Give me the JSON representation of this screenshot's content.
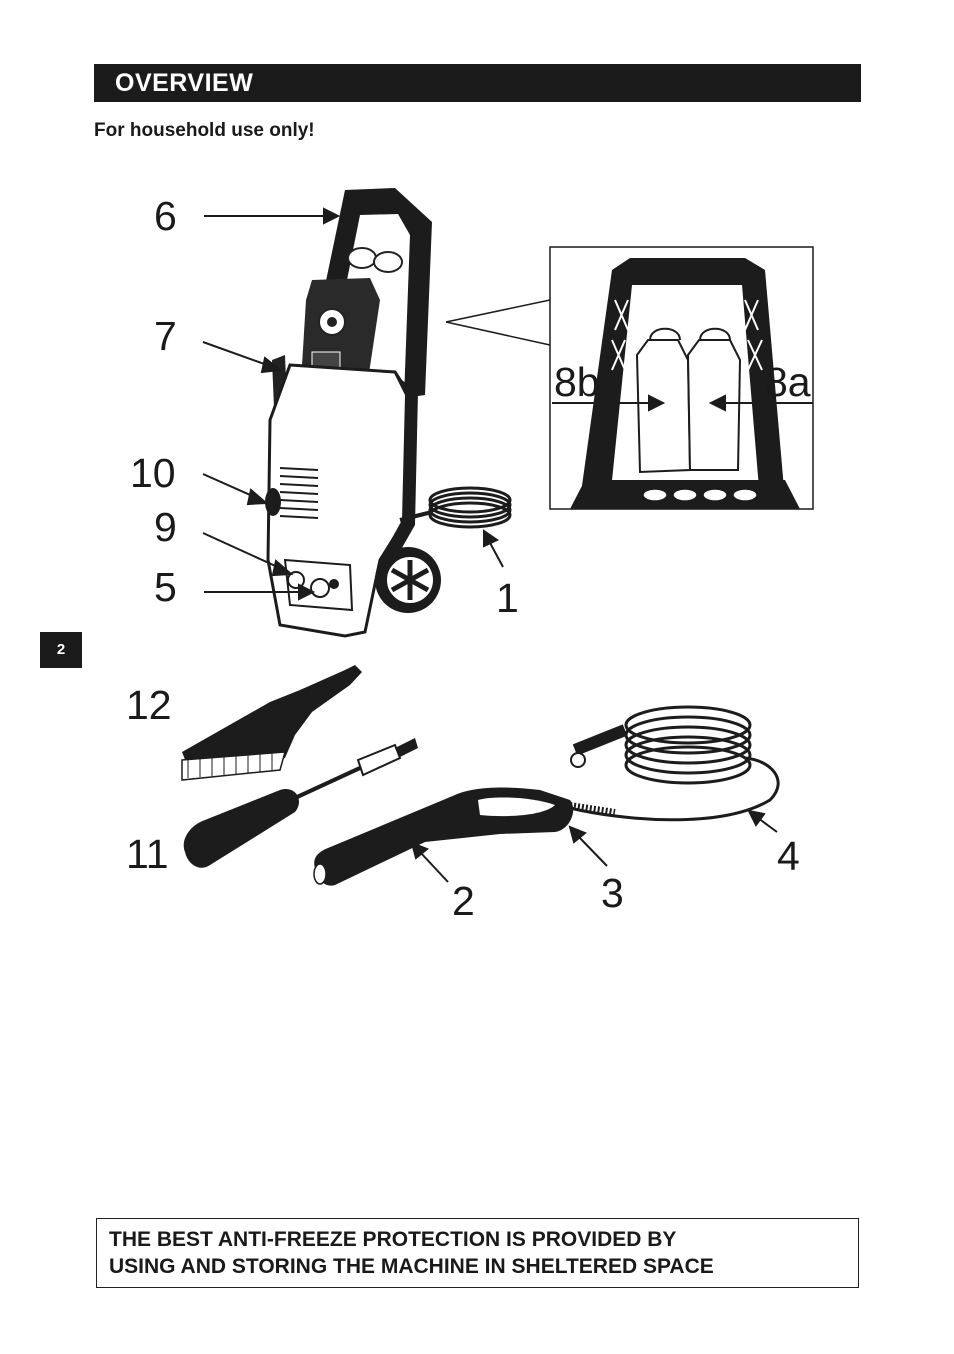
{
  "header": {
    "title": "OVERVIEW"
  },
  "subtitle": "For household use only!",
  "page_number": "2",
  "callouts": {
    "c6": "6",
    "c7": "7",
    "c10": "10",
    "c9": "9",
    "c5": "5",
    "c1": "1",
    "c8b": "8b",
    "c8a": "8a",
    "c12": "12",
    "c11": "11",
    "c2": "2",
    "c3": "3",
    "c4": "4"
  },
  "notice": {
    "line1": "THE BEST ANTI-FREEZE PROTECTION IS PROVIDED BY",
    "line2": "USING AND STORING THE MACHINE IN SHELTERED SPACE"
  },
  "icons": [
    "pressure-washer-illustration",
    "detergent-tanks-inset",
    "wash-brush-illustration",
    "lance-illustration",
    "trigger-gun-illustration",
    "hose-illustration"
  ]
}
